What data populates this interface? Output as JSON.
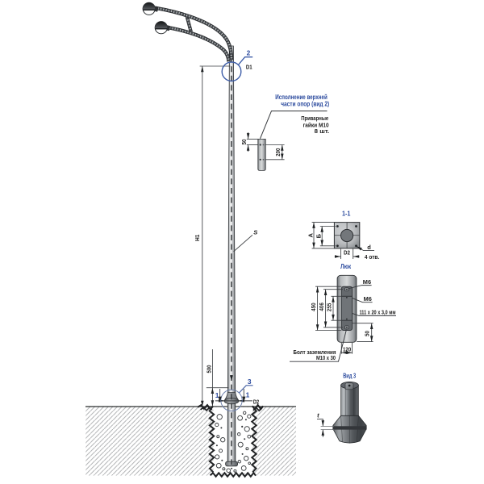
{
  "colors": {
    "accent_blue": "#2b4a9e",
    "line_dark": "#2e3033",
    "text_dark": "#1c1c1c"
  },
  "main_view": {
    "dim_height": "H1",
    "dim_embed": "500",
    "wall_thickness": "S",
    "top_diameter": "D1",
    "base_diameter": "D2",
    "detail_mark_top": "2",
    "detail_mark_base": "3",
    "section_mark_left": "1",
    "section_mark_right": "1"
  },
  "top_detail": {
    "title_line1": "Исполнение верхней",
    "title_line2": "части опор (вид 2)",
    "note_line1": "Приварные",
    "note_line2": "гайки М10",
    "note_line3": "8 шт.",
    "dim_50": "50",
    "dim_200": "200"
  },
  "section_1_1": {
    "title": "1-1",
    "dim_a": "А",
    "dim_b": "Б",
    "dim_d2": "D2",
    "dim_d": "d",
    "holes_note": "4 отв."
  },
  "hatch_detail": {
    "title": "Люк",
    "m6_upper": "М6",
    "m6_lower": "М6",
    "strip_size": "111 х 20 х 3,0 мм",
    "dim_450": "450",
    "dim_406": "406",
    "dim_255": "255",
    "dim_50": "50",
    "dim_120": "120",
    "bolt_line1": "Болт заземления",
    "bolt_line2": "М10 х 30"
  },
  "view_3": {
    "title": "Вид 3",
    "dim_t": "t"
  }
}
